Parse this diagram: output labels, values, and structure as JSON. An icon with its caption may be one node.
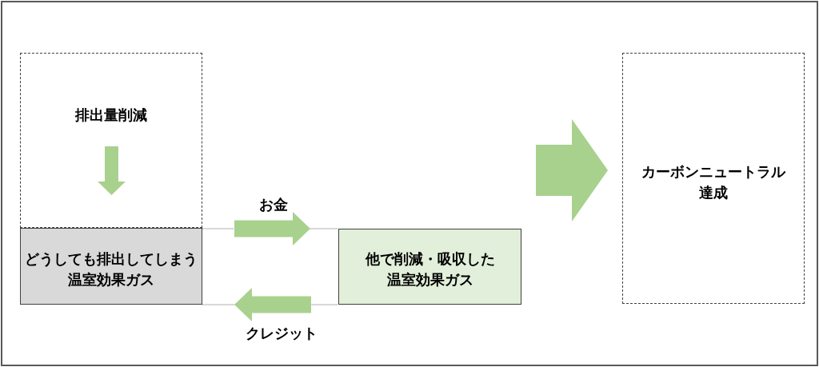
{
  "diagram": {
    "nodes": [
      {
        "text": [
          "排出量削減"
        ]
      },
      {
        "text": [
          "どうしても排出してしまう温室効果ガス"
        ]
      },
      {
        "text": [
          "他で削減・吸収した温室効果ガス"
        ]
      },
      {
        "text": [
          "カーボンニュートラル達成"
        ]
      }
    ],
    "edges": [
      {
        "from": 1,
        "to": 2,
        "arrow": "to",
        "label": "お金"
      },
      {
        "from": 2,
        "to": 1,
        "arrow": "to",
        "label": "クレジット"
      },
      {
        "from": 1,
        "to": 2,
        "arrow": "none",
        "style": "dashed",
        "color": "#7f7f7f"
      },
      {
        "from": 1,
        "to": 2,
        "arrow": "none",
        "style": "dashed",
        "color": "#7f7f7f"
      },
      {
        "from": null,
        "to": 3,
        "arrow": "to",
        "style": "thick"
      }
    ]
  }
}
